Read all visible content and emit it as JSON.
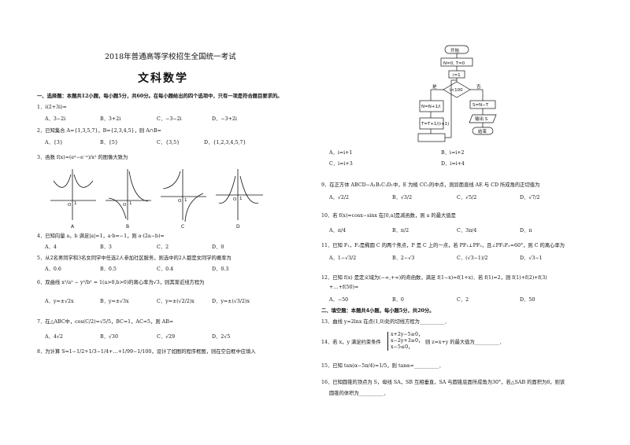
{
  "header": {
    "exam_title": "2018年普通高等学校招生全国统一考试",
    "subject": "文科数学"
  },
  "section1": {
    "intro": "一、选择题：本题共12小题，每小题5分，共60分。在每小题给出的四个选项中，只有一项是符合题目要求的。"
  },
  "q1": {
    "stem": "1．i(2+3i)=",
    "options": [
      "A．3−2i",
      "B．3+2i",
      "C．−3−2i",
      "D．−3+2i"
    ]
  },
  "q2": {
    "stem": "2．已知集合 A={1,3,5,7}，B={2,3,4,5}，则 A∩B=",
    "options": [
      "A．{3}",
      "B．{5}",
      "C．{3,5}",
      "D．{1,2,3,4,5,7}"
    ]
  },
  "q3": {
    "stem": "3．函数 f(x)=(eˣ−e⁻ˣ)/x² 的图像大致为",
    "labels": [
      "A",
      "B",
      "C",
      "D"
    ]
  },
  "q4": {
    "stem": "4．已知向量 a，b 满足|a|=1，a·b=−1，则 a·(2a−b)=",
    "options": [
      "A．4",
      "B．3",
      "C．2",
      "D．0"
    ]
  },
  "q5": {
    "stem": "5．从2名男同学和3名女同学中任选2人参加社区服务，则选中的2人都是女同学的概率为",
    "options": [
      "A．0.6",
      "B．0.5",
      "C．0.4",
      "D．0.3"
    ]
  },
  "q6": {
    "stem": "6．双曲线 x²/a² − y²/b² = 1(a>0,b>0)的离心率为√3，则其渐近线方程为",
    "options": [
      "A．y=±√2x",
      "B．y=±√3x",
      "C．y=±(√2/2)x",
      "D．y=±(√3/2)x"
    ]
  },
  "q7": {
    "stem": "7．在△ABC中，cos(C/2)=√5/5，BC=1，AC=5，则 AB=",
    "options": [
      "A．4√2",
      "B．√30",
      "C．√29",
      "D．2√5"
    ]
  },
  "q8": {
    "stem": "8．为计算 S=1−1/2+1/3−1/4+…+1/99−1/100，设计了如图的程序框图，则在空白框中应填入",
    "options": [
      "A．i=i+1",
      "B．i=i+2",
      "C．i=i+3",
      "D．i=i+4"
    ]
  },
  "flowchart": {
    "start": "开始",
    "init1": "N=0, T=0",
    "init2": "i=1",
    "cond": "i<100",
    "yes": "是",
    "no": "否",
    "n_update": "N=N+1/i",
    "t_update": "T=T+1/(i+1)",
    "s_calc": "S=N−T",
    "output": "输出 S",
    "end": "结束"
  },
  "q9": {
    "stem": "9．在正方体 ABCD−A₁B₁C₁D₁中，E 为棱 CC₁的中点，则异面直线 AE 与 CD 所成角的正切值为",
    "options": [
      "A．√2/2",
      "B．√3/2",
      "C．√5/2",
      "D．√7/2"
    ]
  },
  "q10": {
    "stem": "10．若 f(x)=cosx−sinx 在[0,a]是减函数，则 a 的最大值是",
    "options": [
      "A．π/4",
      "B．π/2",
      "C．3π/4",
      "D．π"
    ]
  },
  "q11": {
    "stem": "11．已知 F₁，F₂是椭圆 C 的两个焦点，P 是 C 上的一点，若 PF₁⊥PF₂，且∠PF₂F₁=60°，则 C 的离心率为",
    "options": [
      "A．1−√3/2",
      "B．2−√3",
      "C．(√3−1)/2",
      "D．√3−1"
    ]
  },
  "q12": {
    "stem": "12．已知 f(x) 是定义域为(−∞,+∞)的奇函数，满足 f(1−x)=f(1+x)．若 f(1)=2，则 f(1)+f(2)+f(3)",
    "stem2": "+…+f(50)=",
    "options": [
      "A．−50",
      "B．0",
      "C．2",
      "D．50"
    ]
  },
  "section2": {
    "intro": "二、填空题：本题共4小题，每小题5分，共20分。"
  },
  "q13": {
    "stem": "13．曲线 y=2lnx 在点(1,0)处的切线方程为__________．"
  },
  "q14": {
    "stem": "14．若 x，y 满足约束条件",
    "c1": "x+2y−5≥0，",
    "c2": "x−2y+3≥0，",
    "c3": "x−5≤0，",
    "tail": "则 z=x+y 的最大值为__________．"
  },
  "q15": {
    "stem": "15．已知 tan(α−5π/4)=1/5，则 tanα=__________．"
  },
  "q16": {
    "stem": "16．已知圆锥的顶点为 S，母线 SA，SB 互相垂直，SA 与圆锥底面所成角为30°，若△SAB 的面积为8，则该",
    "stem2": "圆锥的体积为__________．"
  }
}
